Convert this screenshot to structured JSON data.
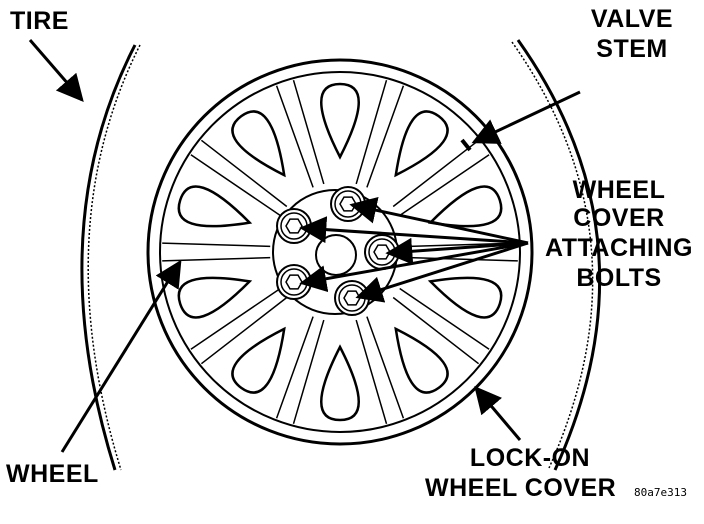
{
  "labels": {
    "tire": "TIRE",
    "valve_stem_line1": "VALVE",
    "valve_stem_line2": "STEM",
    "bolts_line1": "WHEEL",
    "bolts_line2": "COVER",
    "bolts_line3": "ATTACHING",
    "bolts_line4": "BOLTS",
    "wheel": "WHEEL",
    "lockon_line1": "LOCK-ON",
    "lockon_line2": "WHEEL COVER",
    "figure_code": "80a7e313"
  }
}
